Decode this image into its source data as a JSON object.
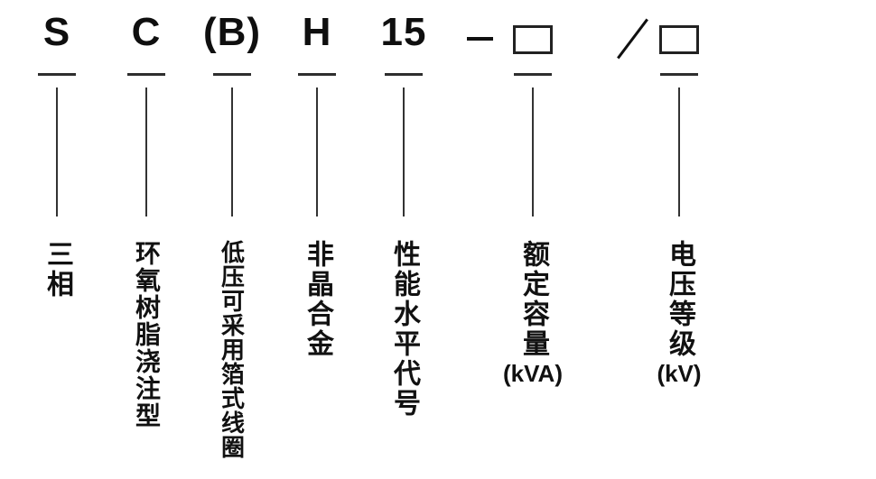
{
  "diagram": {
    "columns": [
      {
        "symbol": "S",
        "label": "三相",
        "unit": ""
      },
      {
        "symbol": "C",
        "label": "环氧树脂浇注型",
        "unit": ""
      },
      {
        "symbol": "(B)",
        "label": "低压可采用箔式线圈",
        "unit": ""
      },
      {
        "symbol": "H",
        "label": "非晶合金",
        "unit": ""
      },
      {
        "symbol": "15",
        "label": "性能水平代号",
        "unit": ""
      },
      {
        "symbol": "□",
        "label": "额定容量",
        "unit": "(kVA)"
      },
      {
        "symbol": "□",
        "label": "电压等级",
        "unit": "(kV)"
      }
    ],
    "separators": {
      "dash": "—",
      "slash": "/"
    },
    "colors": {
      "ink": "#111111",
      "line": "#333333",
      "background": "#ffffff"
    }
  }
}
